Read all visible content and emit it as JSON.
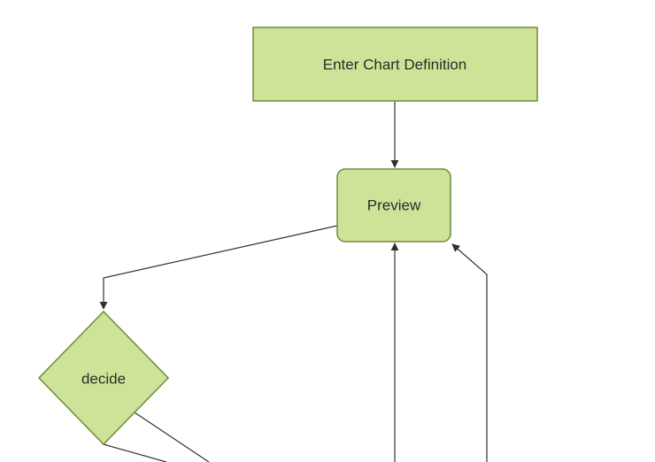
{
  "diagram": {
    "kind": "flowchart",
    "background_color": "#ffffff",
    "node_fill": "#cde498",
    "node_border_color": "#71883f",
    "edge_color": "#333333",
    "text_color": "#2b2b2b",
    "nodes": [
      {
        "id": "enter-chart-definition",
        "shape": "rectangle",
        "label": "Enter Chart Definition"
      },
      {
        "id": "preview",
        "shape": "rounded-rectangle",
        "label": "Preview"
      },
      {
        "id": "decide",
        "shape": "diamond",
        "label": "decide"
      }
    ],
    "edges": [
      {
        "from": "enter-chart-definition",
        "to": "preview",
        "arrowhead": true
      },
      {
        "from": "preview",
        "to": "decide",
        "arrowhead": true
      },
      {
        "from": "offscreen-bottom",
        "to": "preview",
        "arrowhead": true
      },
      {
        "from": "offscreen-bottom-right",
        "to": "preview",
        "arrowhead": true
      },
      {
        "from": "decide",
        "to": "offscreen-bottom-1",
        "arrowhead": false
      },
      {
        "from": "decide",
        "to": "offscreen-bottom-2",
        "arrowhead": false
      }
    ]
  }
}
